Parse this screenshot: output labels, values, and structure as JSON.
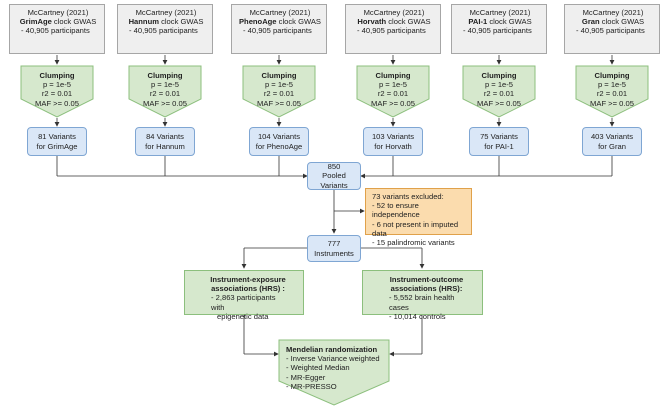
{
  "gwas": [
    {
      "l1": "McCartney (2021)",
      "bold": "GrimAge",
      "rest": " clock GWAS",
      "l3": "- 40,905 participants"
    },
    {
      "l1": "McCartney (2021)",
      "bold": "Hannum",
      "rest": " clock GWAS",
      "l3": "- 40,905 participants"
    },
    {
      "l1": "McCartney (2021)",
      "bold": "PhenoAge",
      "rest": " clock GWAS",
      "l3": "- 40,905 participants"
    },
    {
      "l1": "McCartney (2021)",
      "bold": "Horvath",
      "rest": " clock GWAS",
      "l3": "- 40,905 participants"
    },
    {
      "l1": "McCartney (2021)",
      "bold": "PAI-1",
      "rest": " clock GWAS",
      "l3": "- 40,905 participants"
    },
    {
      "l1": "McCartney (2021)",
      "bold": "Gran",
      "rest": " clock GWAS",
      "l3": "- 40,905 participants"
    }
  ],
  "clumping": {
    "title": "Clumping",
    "p": "p = 1e-5",
    "r2": "r2 = 0.01",
    "maf": "MAF >= 0.05"
  },
  "variants": [
    {
      "l1": "81 Variants",
      "l2": "for GrimAge"
    },
    {
      "l1": "84 Variants",
      "l2": "for Hannum"
    },
    {
      "l1": "104 Variants",
      "l2": "for PhenoAge"
    },
    {
      "l1": "103 Variants",
      "l2": "for Horvath"
    },
    {
      "l1": "75 Variants",
      "l2": "for PAI-1"
    },
    {
      "l1": "403 Variants",
      "l2": "for Gran"
    }
  ],
  "pooled": {
    "l1": "850",
    "l2": "Pooled Variants"
  },
  "excluded": {
    "title": "73 variants excluded:",
    "items": [
      "- 52 to ensure independence",
      "- 6 not present in imputed data",
      "- 15 palindromic variants"
    ]
  },
  "instruments": {
    "l1": "777",
    "l2": "Instruments"
  },
  "exposure": {
    "title1": "Instrument-exposure",
    "title2": "associations (HRS) :",
    "lines": [
      "- 2,863 participants with",
      "epigenetic data"
    ]
  },
  "outcome": {
    "title1": "Instrument-outcome",
    "title2": "associations (HRS):",
    "lines": [
      "- 5,552 brain health cases",
      "- 10,014 controls"
    ]
  },
  "mr": {
    "title": "Mendelian randomization",
    "lines": [
      "- Inverse Variance weighted",
      "- Weighted Median",
      "- MR-Egger",
      "- MR-PRESSO"
    ]
  },
  "colors": {
    "gray": "#efefef",
    "green": "#d6e8cd",
    "blue": "#dae7f7",
    "orange": "#fbdcae",
    "line": "#333333"
  }
}
